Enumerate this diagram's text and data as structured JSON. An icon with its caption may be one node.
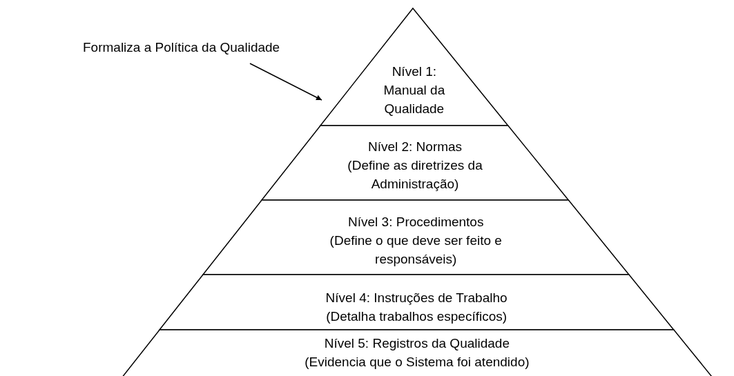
{
  "diagram": {
    "nodes": [
      {
        "text": [
          "Formaliza a Política da Qualidade"
        ]
      },
      {
        "text": [
          "Nível 1: Manual da Qualidade"
        ]
      },
      {
        "text": [
          "Nível 2: Normas",
          "(Define as diretrizes da Administração)"
        ]
      },
      {
        "text": [
          "Nível 3: Procedimentos",
          "(Define o que deve ser feito e responsáveis)"
        ]
      },
      {
        "text": [
          "Nível 4: Instruções de Trabalho",
          "(Detalha trabalhos específicos)"
        ]
      },
      {
        "text": [
          "Nível 5: Registros da Qualidade",
          "(Evidencia que o Sistema foi atendido)"
        ]
      }
    ],
    "edges": [
      {
        "from": 0,
        "to": 1,
        "arrow": "to"
      }
    ]
  }
}
